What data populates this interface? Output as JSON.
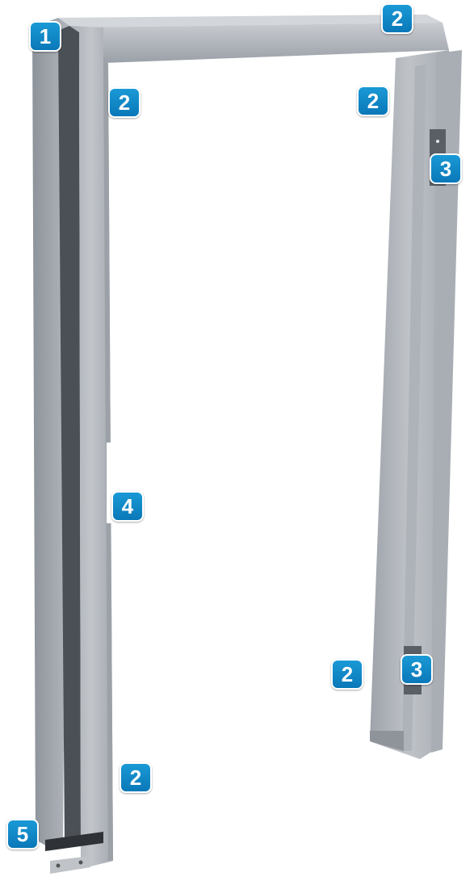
{
  "diagram": {
    "subject": "door frame",
    "colors": {
      "frame_light": "#b9bdc3",
      "frame_mid": "#a4a9b0",
      "frame_dark": "#8a9098",
      "strip_dark": "#4b5056",
      "callout_fill": "#0b84c6",
      "callout_text": "#ffffff"
    },
    "callouts": [
      {
        "id": "c1",
        "label": "1"
      },
      {
        "id": "c2a",
        "label": "2"
      },
      {
        "id": "c2b",
        "label": "2"
      },
      {
        "id": "c2c",
        "label": "2"
      },
      {
        "id": "c2d",
        "label": "2"
      },
      {
        "id": "c2e",
        "label": "2"
      },
      {
        "id": "c3a",
        "label": "3"
      },
      {
        "id": "c3b",
        "label": "3"
      },
      {
        "id": "c4",
        "label": "4"
      },
      {
        "id": "c5",
        "label": "5"
      }
    ]
  }
}
